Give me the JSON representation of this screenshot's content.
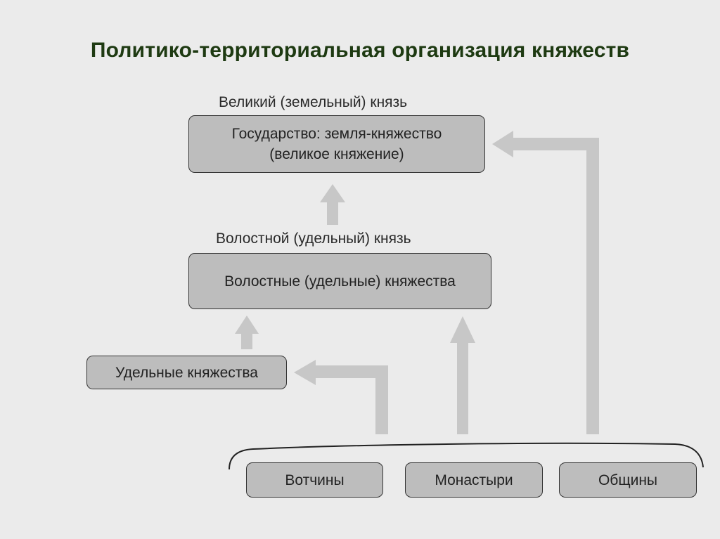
{
  "title": "Политико-территориальная организация княжеств",
  "levels": {
    "grand_prince_label": "Великий (земельный) князь",
    "state_box_line1": "Государство: земля-княжество",
    "state_box_line2": "(великое княжение)",
    "volost_prince_label": "Волостной (удельный) князь",
    "volost_box": "Волостные (удельные) княжества",
    "appanage_box": "Удельные княжества"
  },
  "base": {
    "votchiny": "Вотчины",
    "monastyri": "Монастыри",
    "obshchiny": "Общины"
  },
  "colors": {
    "background": "#ebebeb",
    "box_fill": "#bdbdbd",
    "arrow_fill": "#c7c7c7",
    "title": "#1e3a12"
  }
}
